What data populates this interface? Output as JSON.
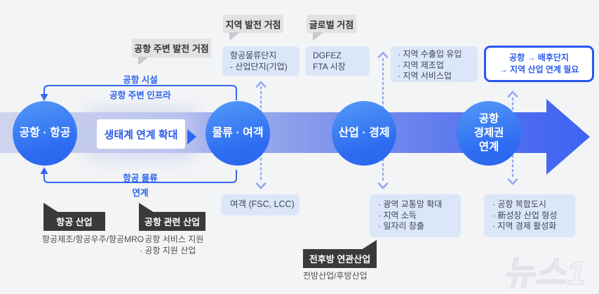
{
  "bubbles": {
    "airport_vicinity": "공항 주변 발전 거점",
    "regional_dev": "지역 발전 거점",
    "global_hub": "글로벌 거점"
  },
  "flow": {
    "circle_airport_aviation": "공항 · 항공",
    "circle_logistics_passenger": "물류 · 여객",
    "circle_industry_economy": "산업 · 경제",
    "circle_airport_economy": {
      "lines": [
        "공항",
        "경제권",
        "연계"
      ]
    },
    "ecosystem_label": "생태계 연계 확대"
  },
  "brackets": {
    "top_above": "공항 시설",
    "top_below": "공항 주변 인프라",
    "bottom_above": "항공 물류",
    "bottom_below": "연계"
  },
  "info_boxes": {
    "logistics_complex": {
      "lines": [
        "항공물류단지",
        "-  산업단지(기업)"
      ]
    },
    "dgfez": {
      "lines": [
        "DGFEZ",
        "FTA 시장"
      ]
    },
    "regional_inflow": {
      "lines": [
        "· 지역 수출입 유입",
        "· 지역 제조업",
        "· 지역 서비스업"
      ]
    },
    "passenger": {
      "lines": [
        "여객 (FSC, LCC)"
      ]
    },
    "transport": {
      "lines": [
        "· 광역 교통망 확대",
        "· 지역 소득",
        "· 일자리 창출"
      ]
    },
    "airport_city": {
      "lines": [
        "· 공항 복합도시",
        "· 新성장 산업 형성",
        "· 지역 경제 활성화"
      ]
    }
  },
  "callout": {
    "lines": [
      "공항 → 배후단지",
      "→ 지역 산업 연계 필요"
    ]
  },
  "dark_boxes": {
    "aviation_industry": {
      "title": "항공 산업",
      "sub": [
        "항공제조/항공우주/항공MRO"
      ]
    },
    "airport_related_industry": {
      "title": "공항 관련 산업",
      "sub": [
        "· 공항 서비스 지원",
        "· 공항 지원 산업"
      ]
    },
    "linked_industry": {
      "title": "전후방 연관산업",
      "sub": [
        "전방산업/후방산업"
      ]
    }
  },
  "watermark": "뉴스1",
  "colors": {
    "background": "#f3f4f6",
    "band_start": "#d0d4ee",
    "band_end": "#3e62f2",
    "circle_top": "#549af7",
    "circle_bottom": "#2a66ee",
    "accent_blue": "#2a63ee",
    "info_box_bg": "#dbe6f8",
    "bubble_gray": "#e2e2e5",
    "dark_box": "#3a3a3c",
    "dotted_arrow": "#94a8f0",
    "callout_border": "#2759ef"
  }
}
